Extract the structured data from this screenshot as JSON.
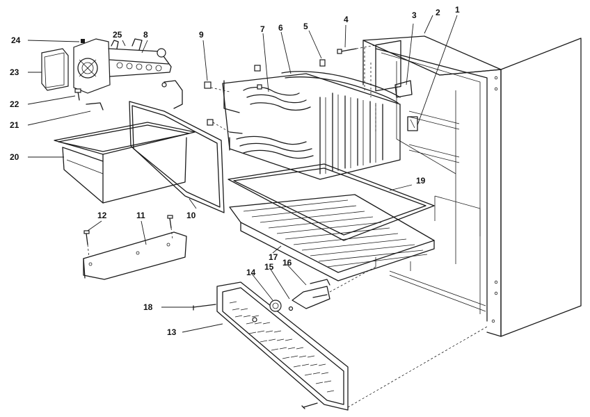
{
  "colors": {
    "ink": "#1a1a1a",
    "paper": "#ffffff"
  },
  "callouts": [
    {
      "id": "c1",
      "label": "1"
    },
    {
      "id": "c2",
      "label": "2"
    },
    {
      "id": "c3",
      "label": "3"
    },
    {
      "id": "c4",
      "label": "4"
    },
    {
      "id": "c5",
      "label": "5"
    },
    {
      "id": "c6",
      "label": "6"
    },
    {
      "id": "c7",
      "label": "7"
    },
    {
      "id": "c8",
      "label": "8"
    },
    {
      "id": "c9",
      "label": "9"
    },
    {
      "id": "c10",
      "label": "10"
    },
    {
      "id": "c11",
      "label": "11"
    },
    {
      "id": "c12",
      "label": "12"
    },
    {
      "id": "c13",
      "label": "13"
    },
    {
      "id": "c14",
      "label": "14"
    },
    {
      "id": "c15",
      "label": "15"
    },
    {
      "id": "c16",
      "label": "16"
    },
    {
      "id": "c17",
      "label": "17"
    },
    {
      "id": "c18",
      "label": "18"
    },
    {
      "id": "c19",
      "label": "19"
    },
    {
      "id": "c20",
      "label": "20"
    },
    {
      "id": "c21",
      "label": "21"
    },
    {
      "id": "c22",
      "label": "22"
    },
    {
      "id": "c23",
      "label": "23"
    },
    {
      "id": "c24",
      "label": "24"
    },
    {
      "id": "c25",
      "label": "25"
    }
  ]
}
